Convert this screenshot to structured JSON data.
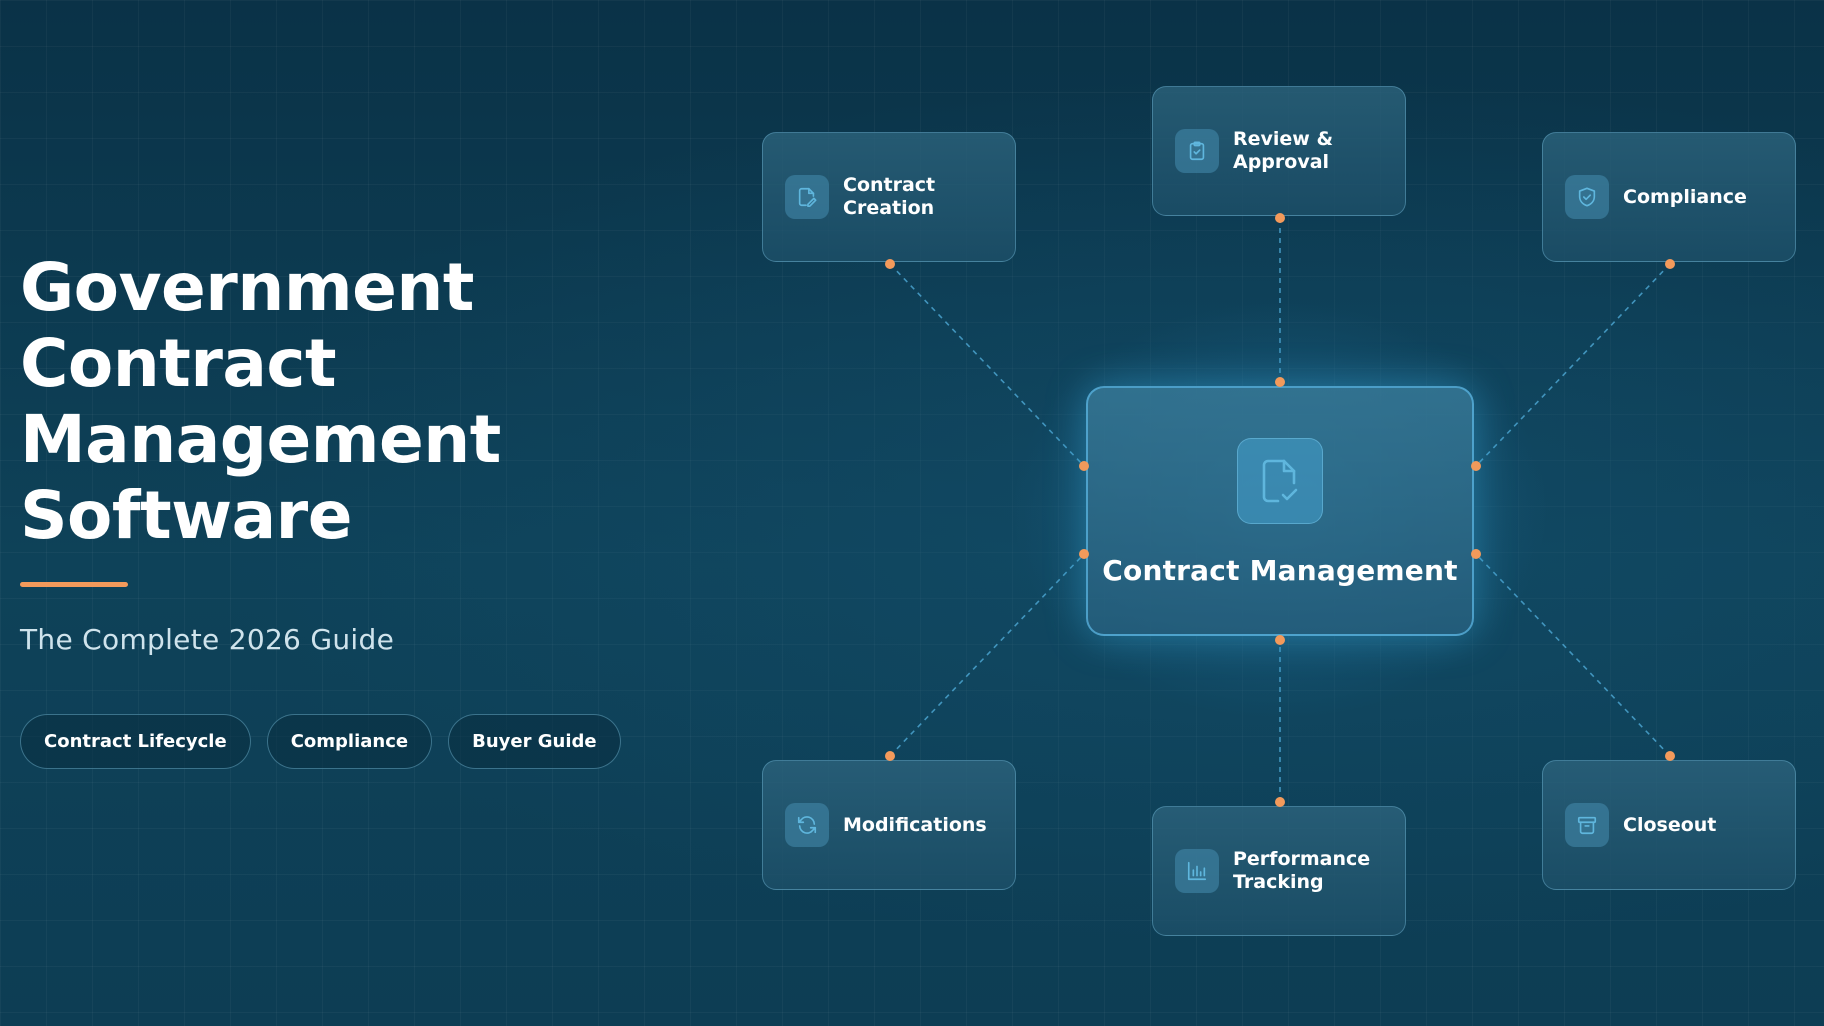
{
  "hero": {
    "title_lines": [
      "Government",
      "Contract",
      "Management",
      "Software"
    ],
    "subtitle": "The Complete 2026 Guide"
  },
  "tags": [
    "Contract Lifecycle",
    "Compliance",
    "Buyer Guide"
  ],
  "diagram": {
    "hub": {
      "label": "Contract Management",
      "icon": "document-check-icon"
    },
    "nodes": [
      {
        "label": "Contract Creation",
        "icon": "edit-document-icon"
      },
      {
        "label": "Review & Approval",
        "icon": "clipboard-check-icon"
      },
      {
        "label": "Compliance",
        "icon": "shield-check-icon"
      },
      {
        "label": "Modifications",
        "icon": "refresh-icon"
      },
      {
        "label": "Performance Tracking",
        "icon": "bar-chart-icon"
      },
      {
        "label": "Closeout",
        "icon": "archive-box-icon"
      }
    ]
  },
  "colors": {
    "background": "#0d3c52",
    "accent": "#f39a5b",
    "icon_stroke": "#5fb6dd"
  }
}
